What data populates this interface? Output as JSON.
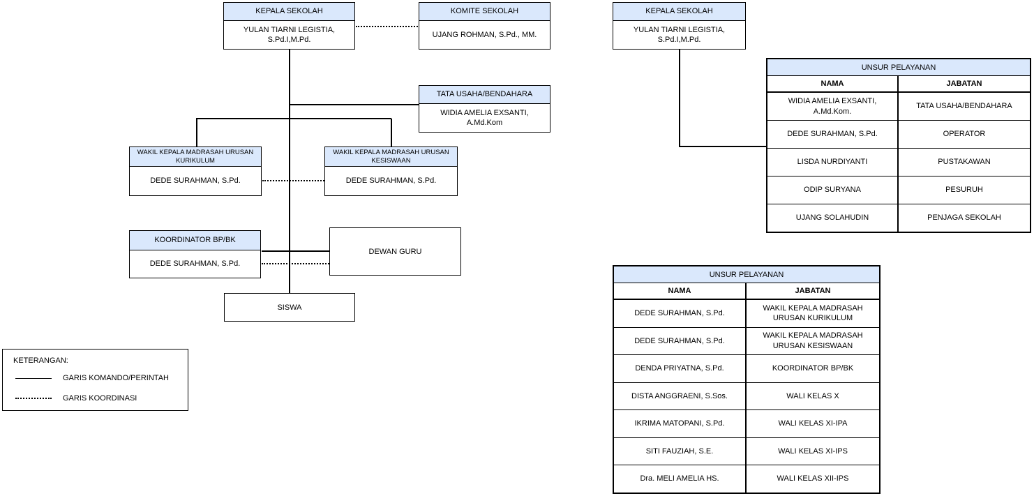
{
  "colors": {
    "header_fill": "#dae8fc",
    "border": "#000000",
    "background": "#ffffff"
  },
  "org_chart": {
    "kepala_sekolah": {
      "title": "KEPALA SEKOLAH",
      "name": "YULAN TIARNI LEGISTIA, S.Pd.I,M.Pd."
    },
    "komite_sekolah": {
      "title": "KOMITE SEKOLAH",
      "name": "UJANG ROHMAN, S.Pd., MM."
    },
    "tata_usaha": {
      "title": "TATA USAHA/BENDAHARA",
      "name": "WIDIA AMELIA EXSANTI, A.Md.Kom"
    },
    "wakil_kurikulum": {
      "title": "WAKIL KEPALA MADRASAH URUSAN KURIKULUM",
      "name": "DEDE SURAHMAN, S.Pd."
    },
    "wakil_kesiswaan": {
      "title": "WAKIL KEPALA MADRASAH URUSAN KESISWAAN",
      "name": "DEDE SURAHMAN, S.Pd."
    },
    "koordinator_bpbk": {
      "title": "KOORDINATOR BP/BK",
      "name": "DEDE SURAHMAN, S.Pd."
    },
    "dewan_guru": {
      "title": "DEWAN GURU"
    },
    "siswa": {
      "title": "SISWA"
    }
  },
  "legend": {
    "title": "KETERANGAN:",
    "items": [
      {
        "style": "solid",
        "label": "GARIS KOMANDO/PERINTAH"
      },
      {
        "style": "dotted",
        "label": "GARIS KOORDINASI"
      }
    ]
  },
  "right_chart": {
    "kepala_sekolah": {
      "title": "KEPALA SEKOLAH",
      "name": "YULAN TIARNI LEGISTIA, S.Pd.I,M.Pd."
    }
  },
  "tables": {
    "pelayanan_staff": {
      "title": "UNSUR PELAYANAN",
      "columns": [
        "NAMA",
        "JABATAN"
      ],
      "rows": [
        {
          "nama": "WIDIA AMELIA EXSANTI, A.Md.Kom.",
          "jabatan": "TATA USAHA/BENDAHARA"
        },
        {
          "nama": "DEDE SURAHMAN, S.Pd.",
          "jabatan": "OPERATOR"
        },
        {
          "nama": "LISDA NURDIYANTI",
          "jabatan": "PUSTAKAWAN"
        },
        {
          "nama": "ODIP SURYANA",
          "jabatan": "PESURUH"
        },
        {
          "nama": "UJANG SOLAHUDIN",
          "jabatan": "PENJAGA SEKOLAH"
        }
      ]
    },
    "pelayanan_wali": {
      "title": "UNSUR PELAYANAN",
      "columns": [
        "NAMA",
        "JABATAN"
      ],
      "rows": [
        {
          "nama": "DEDE SURAHMAN, S.Pd.",
          "jabatan": "WAKIL KEPALA MADRASAH URUSAN KURIKULUM"
        },
        {
          "nama": "DEDE SURAHMAN, S.Pd.",
          "jabatan": "WAKIL KEPALA MADRASAH URUSAN KESISWAAN"
        },
        {
          "nama": "DENDA PRIYATNA, S.Pd.",
          "jabatan": "KOORDINATOR BP/BK"
        },
        {
          "nama": "DISTA ANGGRAENI, S.Sos.",
          "jabatan": "WALI KELAS X"
        },
        {
          "nama": "IKRIMA MATOPANI, S.Pd.",
          "jabatan": "WALI KELAS XI-IPA"
        },
        {
          "nama": "SITI FAUZIAH, S.E.",
          "jabatan": "WALI KELAS XI-IPS"
        },
        {
          "nama": "Dra. MELI AMELIA HS.",
          "jabatan": "WALI KELAS XII-IPS"
        }
      ]
    }
  }
}
